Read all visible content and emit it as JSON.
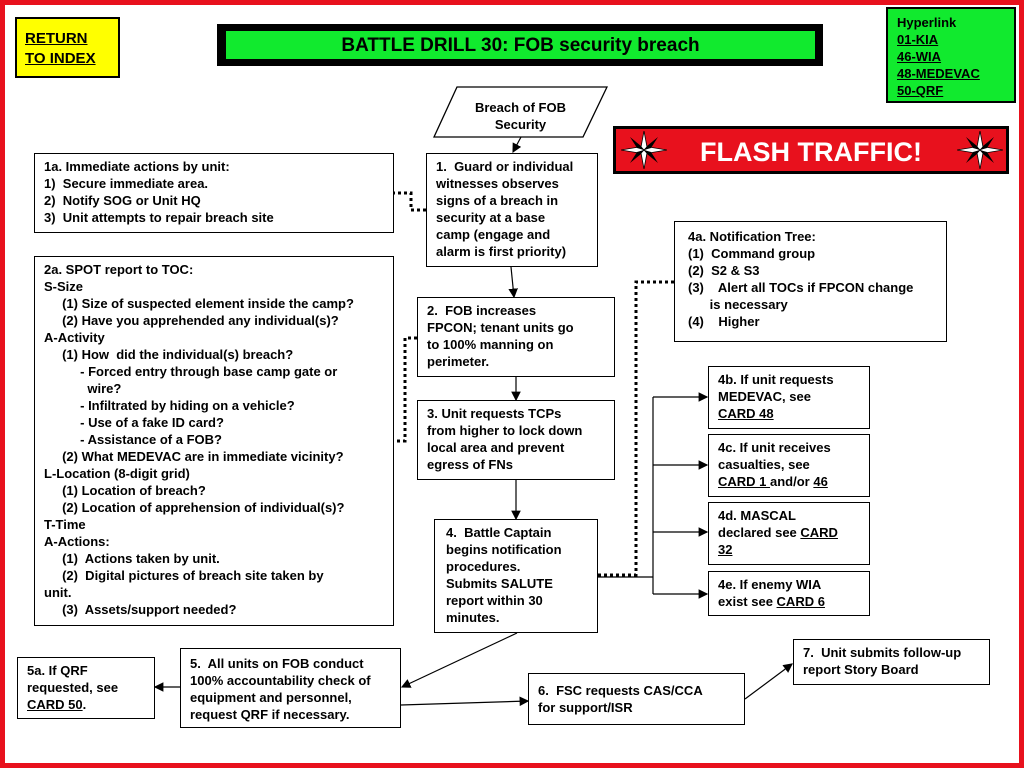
{
  "nav": {
    "return_line1": "RETURN",
    "return_line2": "TO INDEX"
  },
  "title": "BATTLE DRILL 30:  FOB security breach",
  "hyperlinks": {
    "label": "Hyperlink",
    "links": [
      "01-KIA",
      "46-WIA",
      "48-MEDEVAC",
      "50-QRF"
    ]
  },
  "flash": "FLASH TRAFFIC!",
  "start": {
    "line1": "Breach of FOB",
    "line2": "Security"
  },
  "box_1a": [
    "1a. Immediate actions by unit:",
    "1)  Secure immediate area.",
    "2)  Notify SOG or Unit HQ",
    "3)  Unit attempts to repair breach site"
  ],
  "box_1": [
    "1.  Guard or individual",
    "witnesses observes",
    "signs of a breach in",
    "security at a base",
    "camp (engage and",
    "alarm is first priority)"
  ],
  "box_2a": [
    "2a. SPOT report to TOC:",
    "S-Size",
    "     (1) Size of suspected element inside the camp?",
    "     (2) Have you apprehended any individual(s)?",
    "A-Activity",
    "     (1) How  did the individual(s) breach?",
    "          - Forced entry through base camp gate or",
    "            wire?",
    "          - Infiltrated by hiding on a vehicle?",
    "          - Use of a fake ID card?",
    "          - Assistance of a FOB?",
    "     (2) What MEDEVAC are in immediate vicinity?",
    "L-Location (8-digit grid)",
    "     (1) Location of breach?",
    "     (2) Location of apprehension of individual(s)?",
    "T-Time",
    "A-Actions:",
    "     (1)  Actions taken by unit.",
    "     (2)  Digital pictures of breach site taken by",
    "unit.",
    "     (3)  Assets/support needed?"
  ],
  "box_2": [
    "2.  FOB increases",
    "FPCON; tenant units go",
    "to 100% manning on",
    "perimeter."
  ],
  "box_3": [
    "3. Unit requests TCPs",
    "from higher to lock down",
    "local area and prevent",
    "egress of FNs"
  ],
  "box_4": [
    "4.  Battle Captain",
    "begins notification",
    "procedures.",
    "Submits SALUTE",
    "report within 30",
    "minutes."
  ],
  "box_4a": [
    "4a. Notification Tree:",
    "(1)  Command group",
    "(2)  S2 & S3",
    "(3)    Alert all TOCs if FPCON change",
    "      is necessary",
    "(4)    Higher"
  ],
  "box_4b": {
    "line1": "4b.  If unit requests",
    "line2": "MEDEVAC, see",
    "link": "CARD 48"
  },
  "box_4c": {
    "line1": "4c. If unit receives",
    "line2": "casualties, see",
    "link1": "CARD 1 ",
    "mid": "and/or ",
    "link2": "46"
  },
  "box_4d": {
    "line1": "4d. MASCAL",
    "line2_pre": "declared see ",
    "link_a": "CARD",
    "link_b": "32"
  },
  "box_4e": {
    "line1": "4e. If enemy WIA",
    "line2_pre": "exist see ",
    "link": "CARD 6"
  },
  "box_5": [
    "5.  All units on FOB conduct",
    "100% accountability check of",
    "equipment and personnel,",
    "request QRF if necessary."
  ],
  "box_5a": {
    "line1": "5a.  If QRF",
    "line2": "requested, see",
    "link": "CARD 50",
    "tail": "."
  },
  "box_6": [
    "6.  FSC requests CAS/CCA",
    "for support/ISR"
  ],
  "box_7": [
    "7.  Unit submits follow-up",
    "report Story Board"
  ],
  "colors": {
    "border_red": "#e8111d",
    "title_green": "#11ea2e",
    "return_yellow": "#ffff00"
  }
}
